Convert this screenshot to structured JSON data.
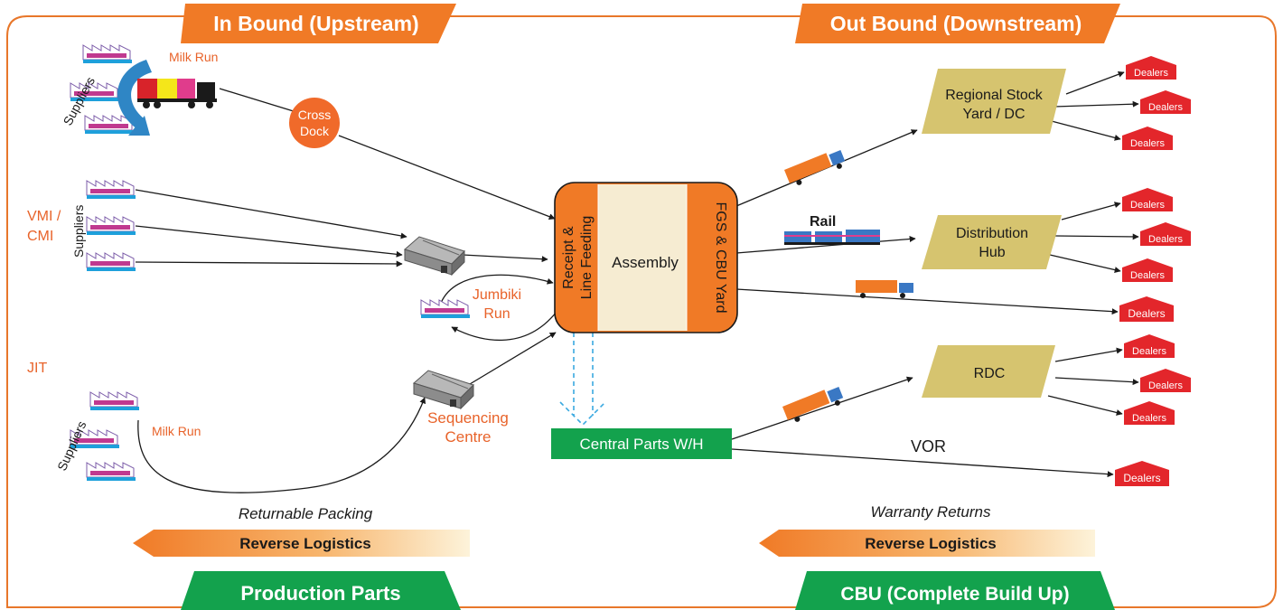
{
  "banners": {
    "inbound": "In Bound (Upstream)",
    "outbound": "Out Bound (Downstream)",
    "production_parts": "Production Parts",
    "cbu": "CBU (Complete Build Up)"
  },
  "upstream": {
    "suppliers": "Suppliers",
    "milk_run_top": "Milk Run",
    "cross_dock_line1": "Cross",
    "cross_dock_line2": "Dock",
    "vmi_line1": "VMI /",
    "vmi_line2": "CMI",
    "jumbiki_line1": "Jumbiki",
    "jumbiki_line2": "Run",
    "jit": "JIT",
    "milk_run_bottom": "Milk Run",
    "sequencing_line1": "Sequencing",
    "sequencing_line2": "Centre"
  },
  "plant": {
    "receipt_line1": "Receipt &",
    "receipt_line2": "Line Feeding",
    "assembly": "Assembly",
    "fgs": "FGS & CBU Yard",
    "central_parts": "Central Parts W/H"
  },
  "downstream": {
    "regional_line1": "Regional Stock",
    "regional_line2": "Yard / DC",
    "distribution_line1": "Distribution",
    "distribution_line2": "Hub",
    "rdc": "RDC",
    "rail": "Rail",
    "vor": "VOR",
    "dealer": "Dealers"
  },
  "reverse": {
    "returnable_packing": "Returnable Packing",
    "warranty_returns": "Warranty Returns",
    "reverse_logistics": "Reverse Logistics"
  },
  "colors": {
    "orange": "#f07a26",
    "green": "#13a24d",
    "khaki": "#d6c46f",
    "dealer_red": "#e3262b",
    "assembly_fill": "#f6ecd2",
    "dashed_blue": "#3aa9e0"
  }
}
